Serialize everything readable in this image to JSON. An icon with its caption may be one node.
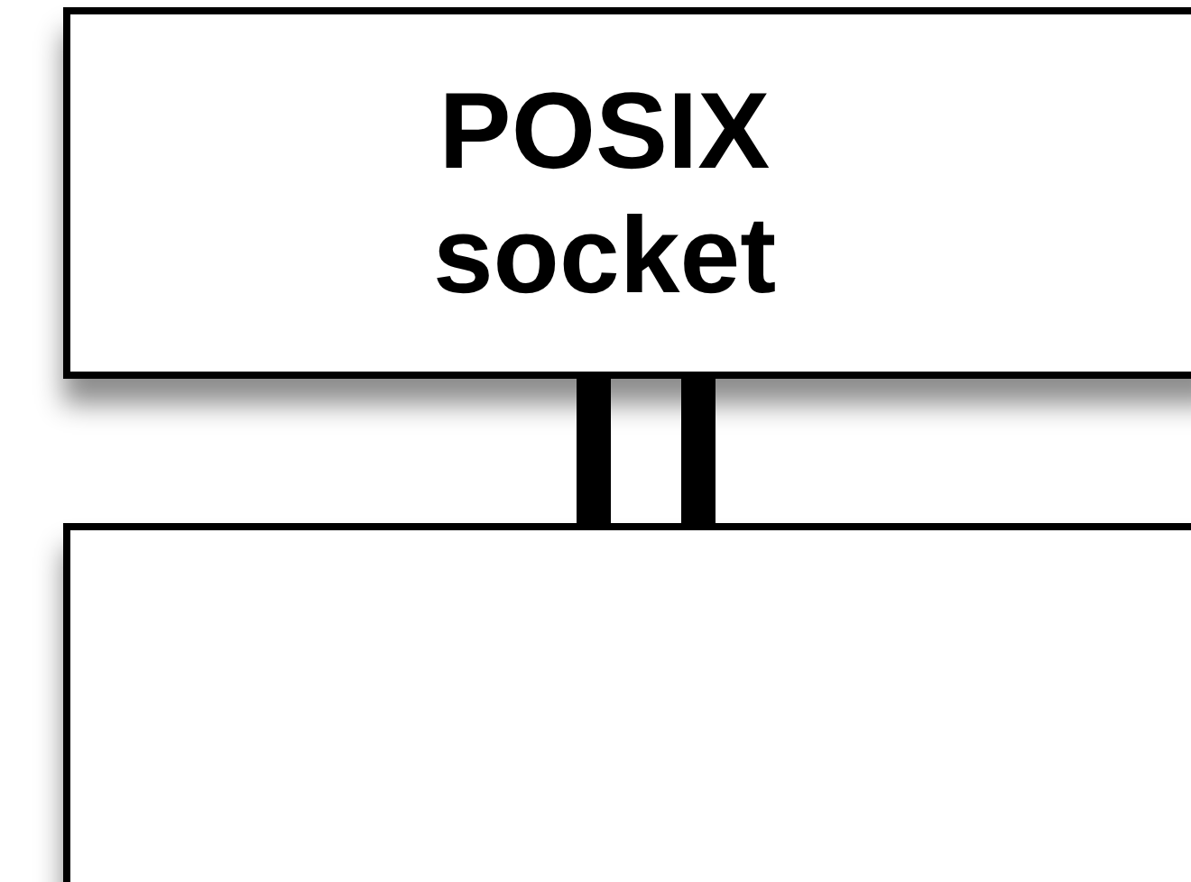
{
  "diagram": {
    "nodes": [
      {
        "text": [
          "POSIX socket"
        ]
      },
      {
        "text": [],
        "shape": "box"
      }
    ],
    "edges": [
      {
        "from": 0,
        "to": 1,
        "arrow": "none"
      },
      {
        "from": 0,
        "to": 1,
        "arrow": "none"
      }
    ]
  }
}
